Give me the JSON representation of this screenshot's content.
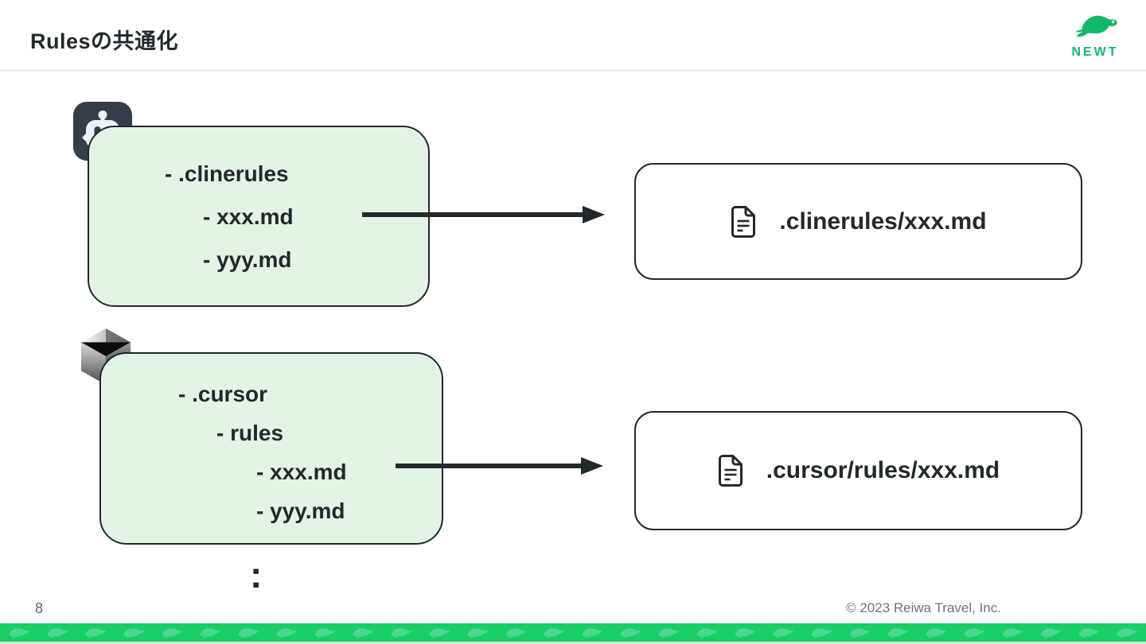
{
  "slide": {
    "title": "Rulesの共通化",
    "page_number": "8",
    "copyright": "© 2023 Reiwa Travel, Inc."
  },
  "brand": {
    "wordmark": "NEWT",
    "logo_icon": "turtle-icon",
    "green": "#12b76a"
  },
  "diagram": {
    "cline": {
      "tool": "Cline",
      "tool_icon": "cline-robot-icon",
      "tree": [
        "- .clinerules",
        "- xxx.md",
        "- yyy.md"
      ],
      "output": {
        "icon": "document-icon",
        "path": ".clinerules/xxx.md"
      }
    },
    "cursor": {
      "tool": "Cursor",
      "tool_icon": "cursor-cube-icon",
      "tree": [
        "- .cursor",
        "- rules",
        "- xxx.md",
        "- yyy.md"
      ],
      "output": {
        "icon": "document-icon",
        "path": ".cursor/rules/xxx.md"
      }
    },
    "continuation_symbol": ":"
  },
  "colors": {
    "tree_box_fill": "#e3f3e5",
    "ink": "#23282b",
    "footer_strip_green": "#19ce66",
    "footer_turtle_green": "#4ad98c",
    "header_divider": "#ebebeb"
  }
}
